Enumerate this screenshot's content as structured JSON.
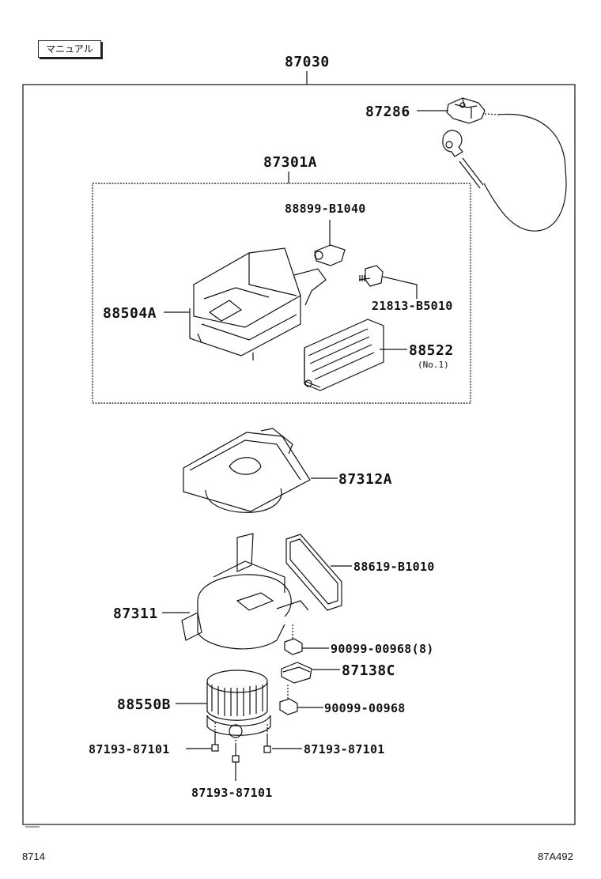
{
  "badge": "マニュアル",
  "labels": {
    "assembly": "87030",
    "damper_servo": "87286",
    "case_sub_assy": "87301A",
    "plate_part": "88899-B1040",
    "screw_part": "21813-B5010",
    "case_lower": "88504A",
    "filter": "88522",
    "filter_note": "(No.1)",
    "upper_case": "87312A",
    "seal": "88619-B1010",
    "blower_case": "87311",
    "screw_8": "90099-00968(8)",
    "resistor": "87138C",
    "motor": "88550B",
    "screw_1": "90099-00968",
    "bolt_left": "87193-87101",
    "bolt_right": "87193-87101",
    "bolt_bottom": "87193-87101"
  },
  "footer": {
    "left": "8714",
    "right": "87A492"
  }
}
